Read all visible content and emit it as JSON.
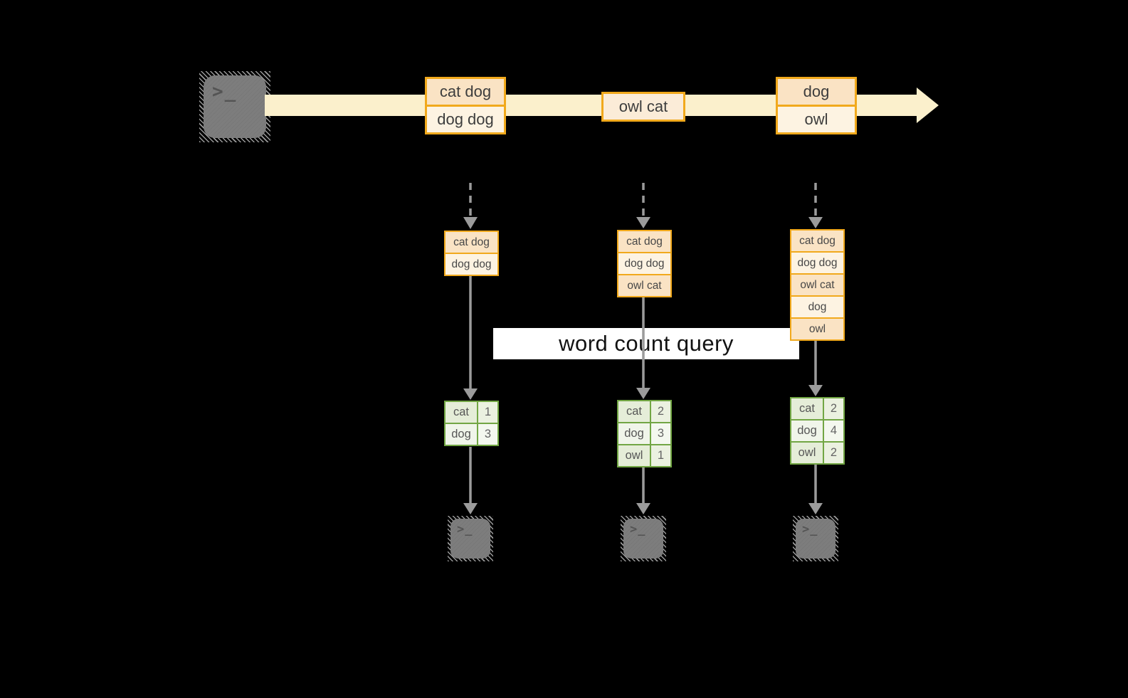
{
  "title": "word count over a stream diagram",
  "icons": {
    "terminal_prompt": ">_"
  },
  "colors": {
    "background": "#000000",
    "stream_band": "#FBF0CC",
    "accent_orange": "#F1A91C",
    "cell_peach": "#FAE3C4",
    "cell_cream": "#FDF3E2",
    "accent_green": "#72A644",
    "green_cell_light": "#E5EDD8",
    "green_cell_lighter": "#F0F5EA",
    "arrow_gray": "#9B9B9B",
    "terminal_gray": "#7D7D7D",
    "query_box": "#FFFFFF"
  },
  "stream": {
    "batches": [
      {
        "cells": [
          "cat dog",
          "dog dog"
        ]
      },
      {
        "cells": [
          "owl cat"
        ]
      },
      {
        "cells": [
          "dog",
          "owl"
        ]
      }
    ]
  },
  "query": {
    "label": "word count query"
  },
  "pipelines": [
    {
      "received": [
        "cat dog",
        "dog dog"
      ],
      "counts": [
        {
          "word": "cat",
          "count": "1"
        },
        {
          "word": "dog",
          "count": "3"
        }
      ]
    },
    {
      "received": [
        "cat dog",
        "dog dog",
        "owl cat"
      ],
      "counts": [
        {
          "word": "cat",
          "count": "2"
        },
        {
          "word": "dog",
          "count": "3"
        },
        {
          "word": "owl",
          "count": "1"
        }
      ]
    },
    {
      "received": [
        "cat dog",
        "dog dog",
        "owl cat",
        "dog",
        "owl"
      ],
      "counts": [
        {
          "word": "cat",
          "count": "2"
        },
        {
          "word": "dog",
          "count": "4"
        },
        {
          "word": "owl",
          "count": "2"
        }
      ]
    }
  ]
}
